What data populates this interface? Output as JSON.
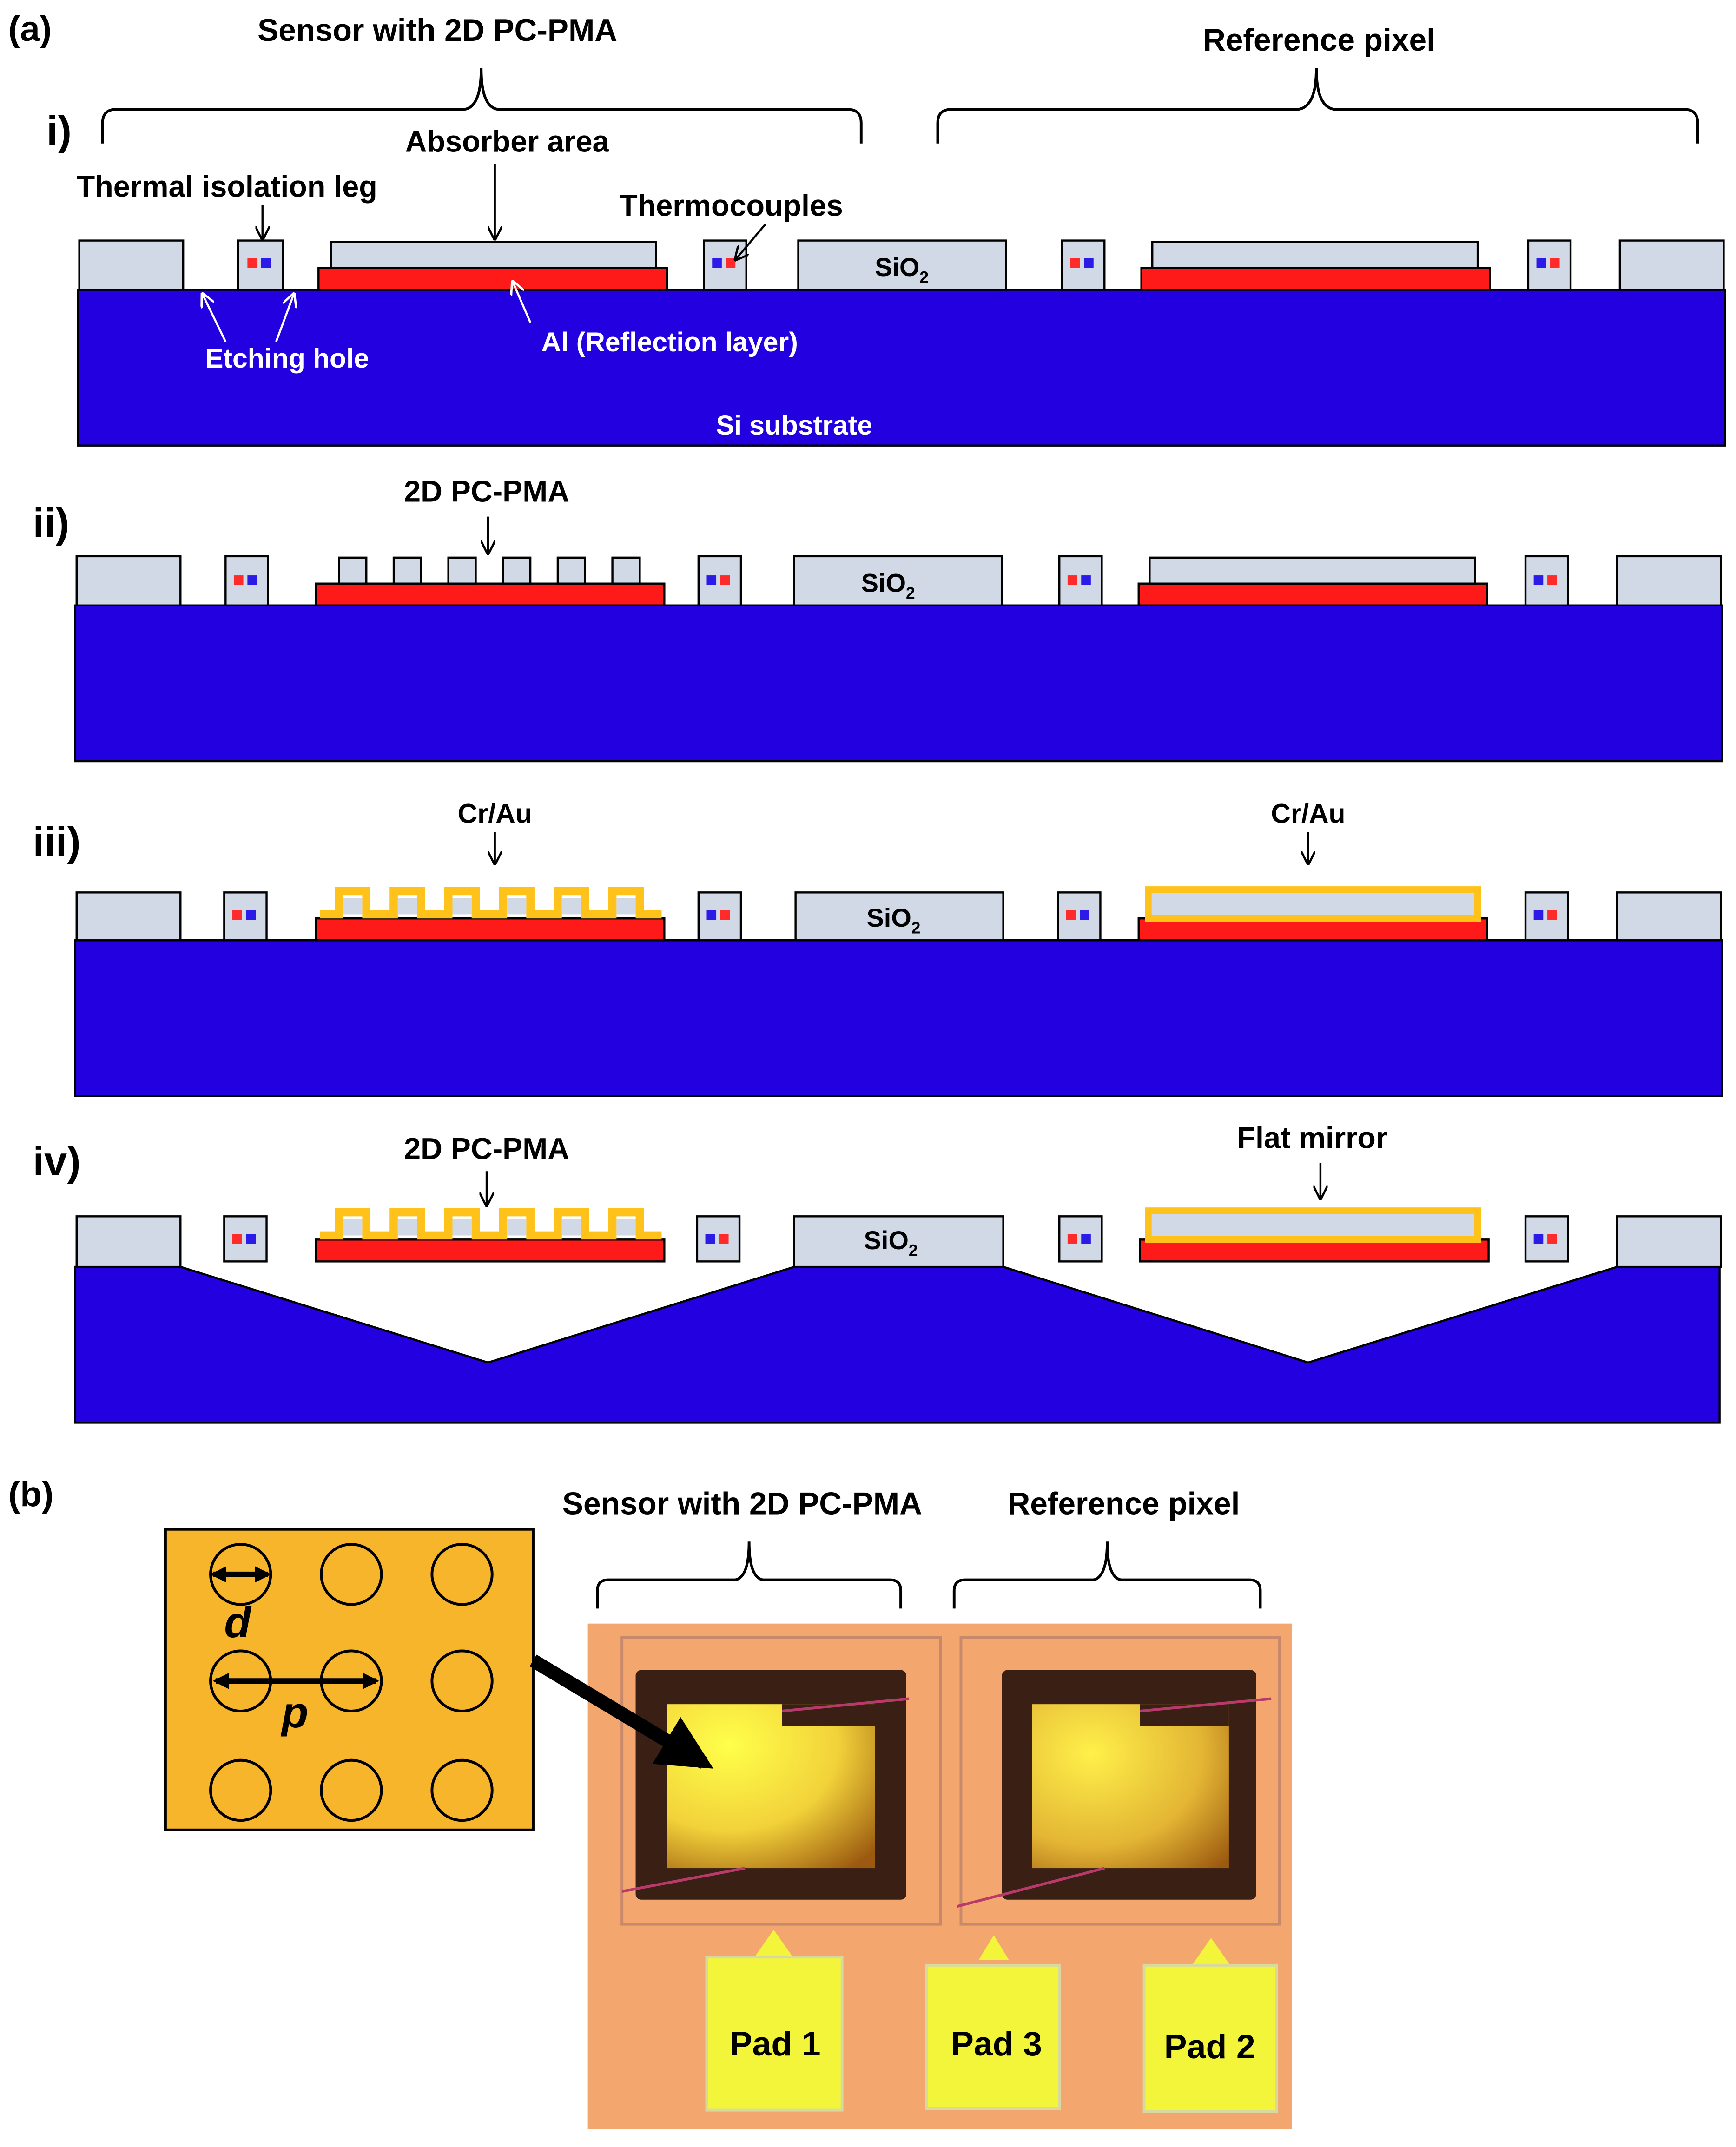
{
  "panel_a": {
    "label": "(a)",
    "header_sensor": "Sensor with 2D PC-PMA",
    "header_reference": "Reference pixel",
    "steps": {
      "i": {
        "label": "i)",
        "absorber_area": "Absorber area",
        "thermal_isolation_leg": "Thermal isolation leg",
        "thermocouples": "Thermocouples",
        "sio2": "SiO",
        "sio2_sub": "2",
        "etching_hole": "Etching hole",
        "al_reflection": "Al (Reflection layer)",
        "si_substrate": "Si substrate"
      },
      "ii": {
        "label": "ii)",
        "pc_pma": "2D PC-PMA",
        "sio2": "SiO",
        "sio2_sub": "2"
      },
      "iii": {
        "label": "iii)",
        "cr_au_left": "Cr/Au",
        "cr_au_right": "Cr/Au",
        "sio2": "SiO",
        "sio2_sub": "2"
      },
      "iv": {
        "label": "iv)",
        "pc_pma": "2D PC-PMA",
        "flat_mirror": "Flat mirror",
        "sio2": "SiO",
        "sio2_sub": "2"
      }
    }
  },
  "panel_b": {
    "label": "(b)",
    "header_sensor": "Sensor with 2D PC-PMA",
    "header_reference": "Reference pixel",
    "inset_d": "d",
    "inset_p": "p",
    "pads": [
      "Pad 1",
      "Pad 3",
      "Pad 2"
    ]
  },
  "colors": {
    "substrate": "#2200e0",
    "oxide": "#d1d9e6",
    "aluminum": "#ff1a1a",
    "gold": "#ffc21a",
    "inset_gold": "#f7b52b",
    "photo_bg": "#f3a66d",
    "pad": "#f2f53a",
    "tc_red": "#ff2a2a",
    "tc_blue": "#2c1ae6"
  }
}
